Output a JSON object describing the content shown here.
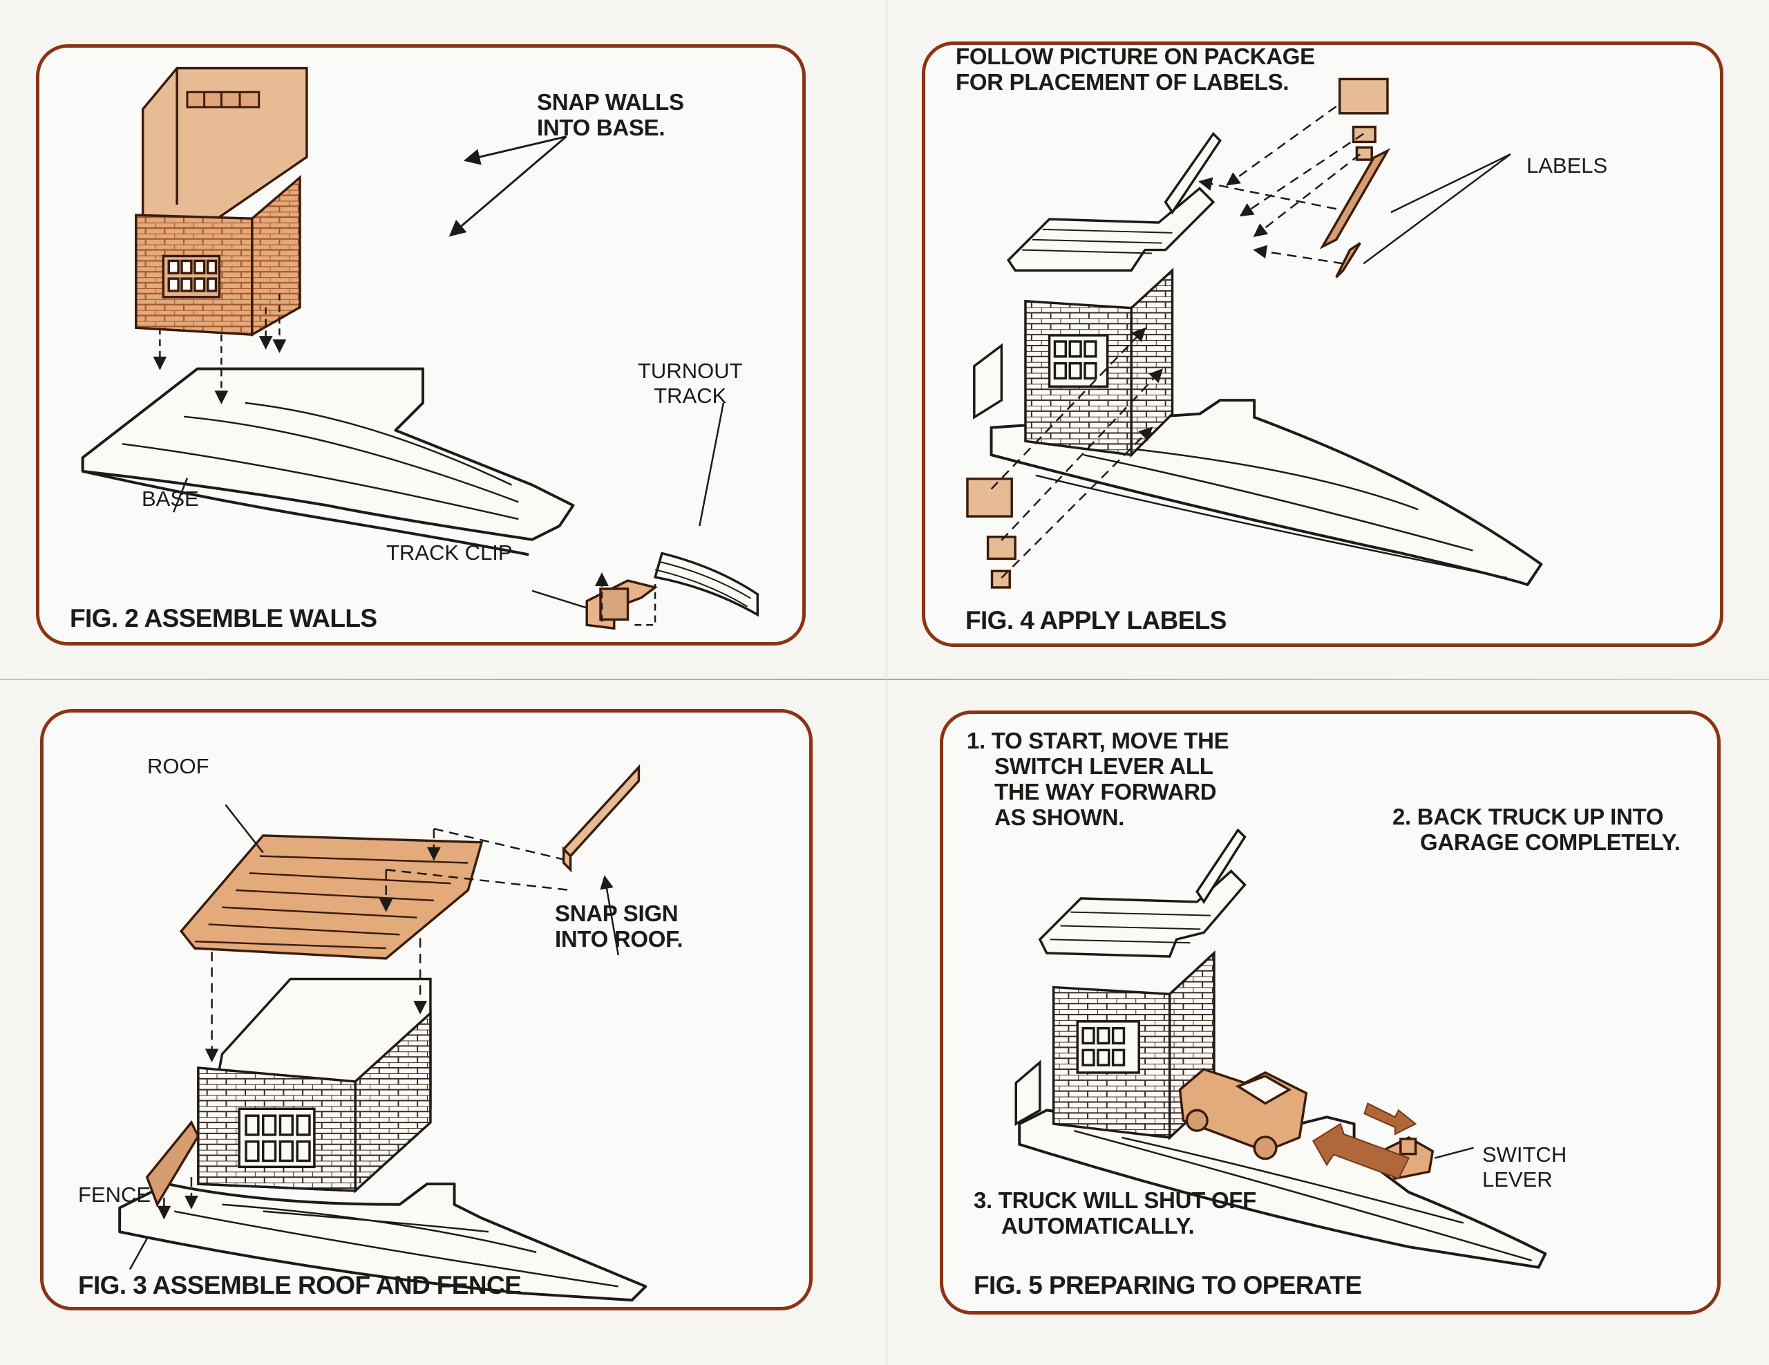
{
  "document": {
    "type": "assembly instructions sheet",
    "colors": {
      "border": "#8b3414",
      "part_fill": "#e6b48a",
      "part_dark": "#b0673a",
      "line": "#1e1a18",
      "paper": "#f6f5f2"
    }
  },
  "panels": {
    "fig2": {
      "caption": "FIG. 2 ASSEMBLE WALLS",
      "instruction": [
        "SNAP WALLS",
        "INTO BASE."
      ],
      "labels": {
        "base": "BASE",
        "track_clip": "TRACK CLIP",
        "turnout_track": [
          "TURNOUT",
          "TRACK"
        ]
      }
    },
    "fig4": {
      "caption": "FIG. 4 APPLY LABELS",
      "instruction": [
        "FOLLOW PICTURE ON PACKAGE",
        "FOR PLACEMENT OF LABELS."
      ],
      "labels": {
        "labels": "LABELS"
      }
    },
    "fig3": {
      "caption": "FIG. 3 ASSEMBLE ROOF AND FENCE",
      "instruction": [
        "SNAP SIGN",
        "INTO ROOF."
      ],
      "labels": {
        "roof": "ROOF",
        "fence": "FENCE"
      }
    },
    "fig5": {
      "caption": "FIG. 5 PREPARING TO OPERATE",
      "steps": [
        {
          "lines": [
            "1. TO START, MOVE THE",
            "SWITCH LEVER ALL",
            "THE WAY FORWARD",
            "AS SHOWN."
          ]
        },
        {
          "lines": [
            "2. BACK TRUCK UP INTO",
            "GARAGE COMPLETELY."
          ]
        },
        {
          "lines": [
            "3. TRUCK WILL SHUT OFF",
            "AUTOMATICALLY."
          ]
        }
      ],
      "labels": {
        "switch_lever": [
          "SWITCH",
          "LEVER"
        ]
      }
    }
  }
}
